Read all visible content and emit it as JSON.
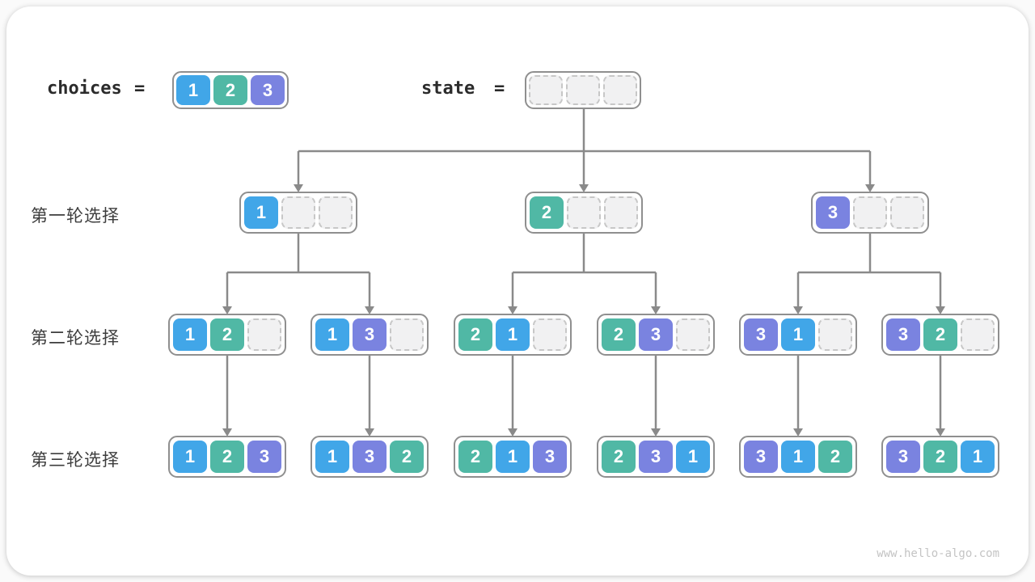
{
  "page": {
    "watermark": "www.hello-algo.com"
  },
  "legend": {
    "choices_label": "choices",
    "equals": "=",
    "state_label": "state",
    "choices_values": [
      "1",
      "2",
      "3"
    ],
    "state_slots": 3
  },
  "colors": {
    "1": "#41a6e8",
    "2": "#50b8a5",
    "3": "#7a83e0",
    "arrow": "#8a8a8a",
    "box_border": "#8f8f8f",
    "empty_fill": "#f1f1f2"
  },
  "rows": [
    {
      "label": "第一轮选择",
      "nodes": [
        [
          "1",
          "",
          ""
        ],
        [
          "2",
          "",
          ""
        ],
        [
          "3",
          "",
          ""
        ]
      ]
    },
    {
      "label": "第二轮选择",
      "nodes": [
        [
          "1",
          "2",
          ""
        ],
        [
          "1",
          "3",
          ""
        ],
        [
          "2",
          "1",
          ""
        ],
        [
          "2",
          "3",
          ""
        ],
        [
          "3",
          "1",
          ""
        ],
        [
          "3",
          "2",
          ""
        ]
      ]
    },
    {
      "label": "第三轮选择",
      "nodes": [
        [
          "1",
          "2",
          "3"
        ],
        [
          "1",
          "3",
          "2"
        ],
        [
          "2",
          "1",
          "3"
        ],
        [
          "2",
          "3",
          "1"
        ],
        [
          "3",
          "1",
          "2"
        ],
        [
          "3",
          "2",
          "1"
        ]
      ]
    }
  ]
}
